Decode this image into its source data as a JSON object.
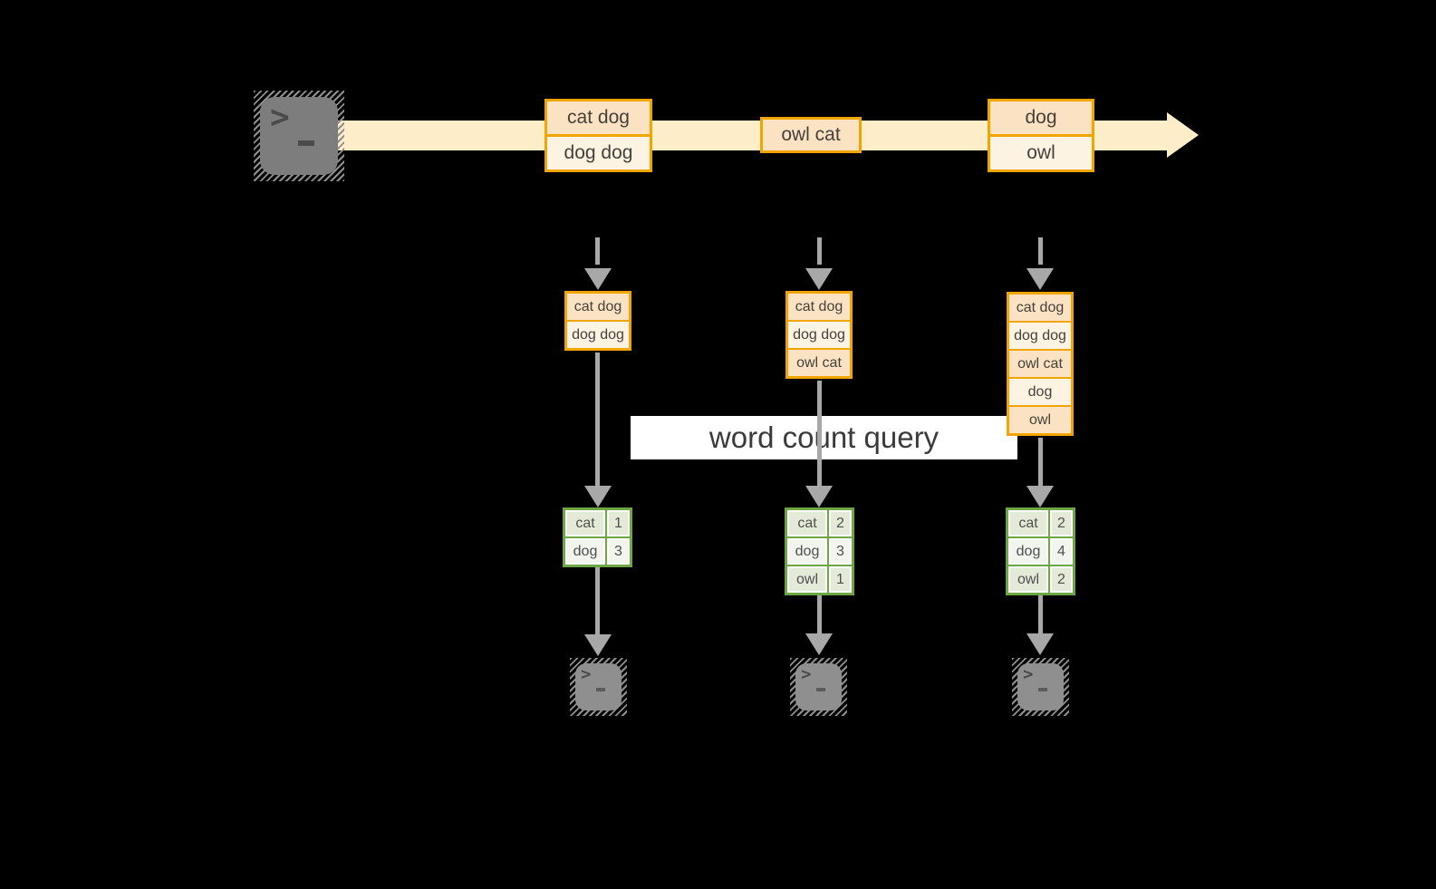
{
  "stream": {
    "records": [
      {
        "rows": [
          "cat dog",
          "dog dog"
        ]
      },
      {
        "rows": [
          "owl cat"
        ]
      },
      {
        "rows": [
          "dog",
          "owl"
        ]
      }
    ]
  },
  "query_label": "word count query",
  "columns": [
    {
      "state": [
        "cat dog",
        "dog dog"
      ],
      "counts": [
        {
          "word": "cat",
          "n": "1"
        },
        {
          "word": "dog",
          "n": "3"
        }
      ]
    },
    {
      "state": [
        "cat dog",
        "dog dog",
        "owl cat"
      ],
      "counts": [
        {
          "word": "cat",
          "n": "2"
        },
        {
          "word": "dog",
          "n": "3"
        },
        {
          "word": "owl",
          "n": "1"
        }
      ]
    },
    {
      "state": [
        "cat dog",
        "dog dog",
        "owl cat",
        "dog",
        "owl"
      ],
      "counts": [
        {
          "word": "cat",
          "n": "2"
        },
        {
          "word": "dog",
          "n": "4"
        },
        {
          "word": "owl",
          "n": "2"
        }
      ]
    }
  ],
  "icons": {
    "source_terminal": "terminal-icon",
    "sink_terminals": "terminal-icon",
    "prompt_glyph": ">"
  },
  "colors": {
    "background": "#000000",
    "stream_band": "#fdeec9",
    "record_border": "#f0a500",
    "record_fill_peach": "#fbe2c3",
    "record_fill_cream": "#fdf3e3",
    "table_border": "#6fa644",
    "table_cell_dark": "#e3ead7",
    "table_cell_light": "#f2f5ee",
    "arrow_gray": "#a8a8a8",
    "terminal_gray": "#7d7d7d",
    "query_box": "#ffffff"
  }
}
